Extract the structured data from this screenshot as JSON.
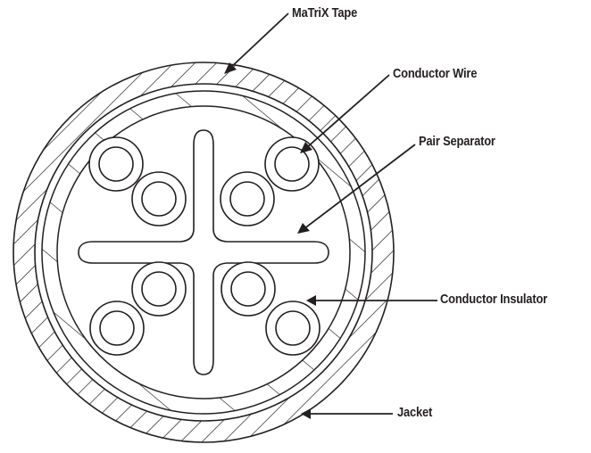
{
  "labels": {
    "matrix_tape": "MaTriX Tape",
    "conductor_wire": "Conductor Wire",
    "pair_separator": "Pair Separator",
    "conductor_insulator": "Conductor Insulator",
    "jacket": "Jacket"
  },
  "colors": {
    "stroke": "#231f20",
    "background": "#ffffff"
  },
  "conductor_count": 8
}
